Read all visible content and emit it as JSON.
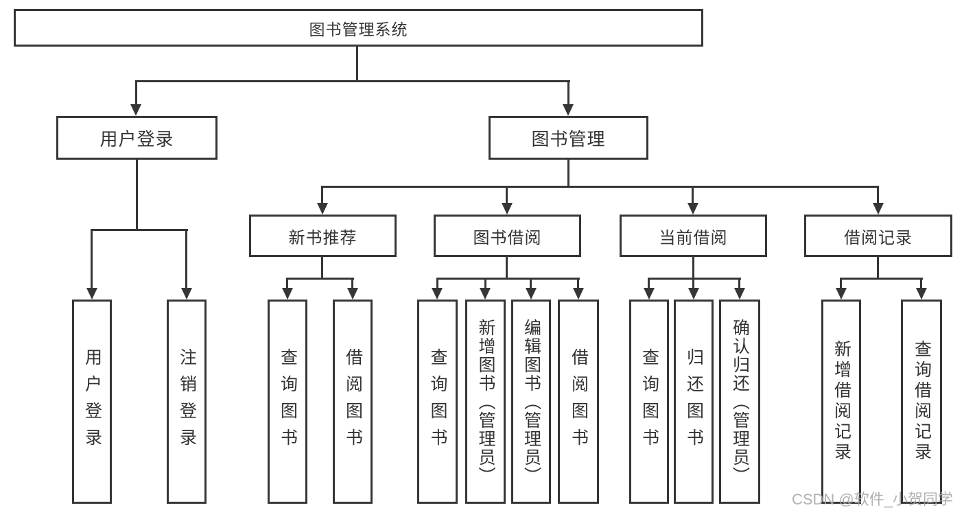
{
  "diagram": {
    "root": {
      "label": "图书管理系统"
    },
    "level2": [
      {
        "id": "user-login",
        "label": "用户登录"
      },
      {
        "id": "book-management",
        "label": "图书管理"
      }
    ],
    "level3": [
      {
        "id": "new-book-recommend",
        "label": "新书推荐",
        "parent": "图书管理"
      },
      {
        "id": "book-borrow",
        "label": "图书借阅",
        "parent": "图书管理"
      },
      {
        "id": "current-borrow",
        "label": "当前借阅",
        "parent": "图书管理"
      },
      {
        "id": "borrow-records",
        "label": "借阅记录",
        "parent": "图书管理"
      }
    ],
    "leaves": [
      {
        "parent": "用户登录",
        "label": "用户登录"
      },
      {
        "parent": "用户登录",
        "label": "注销登录"
      },
      {
        "parent": "新书推荐",
        "label": "查询图书"
      },
      {
        "parent": "新书推荐",
        "label": "借阅图书"
      },
      {
        "parent": "图书借阅",
        "label": "查询图书"
      },
      {
        "parent": "图书借阅",
        "label": "新增图书（管理员）"
      },
      {
        "parent": "图书借阅",
        "label": "编辑图书（管理员）"
      },
      {
        "parent": "图书借阅",
        "label": "借阅图书"
      },
      {
        "parent": "当前借阅",
        "label": "查询图书"
      },
      {
        "parent": "当前借阅",
        "label": "归还图书"
      },
      {
        "parent": "当前借阅",
        "label": "确认归还（管理员）"
      },
      {
        "parent": "借阅记录",
        "label": "新增借阅记录"
      },
      {
        "parent": "借阅记录",
        "label": "查询借阅记录"
      }
    ]
  },
  "watermark": {
    "text": "CSDN @软件_小贺同学"
  },
  "colors": {
    "line": "#363636",
    "text": "#333333",
    "node_background": "#ffffff",
    "page_background": "#ffffff",
    "watermark": "#a8a8a8"
  }
}
